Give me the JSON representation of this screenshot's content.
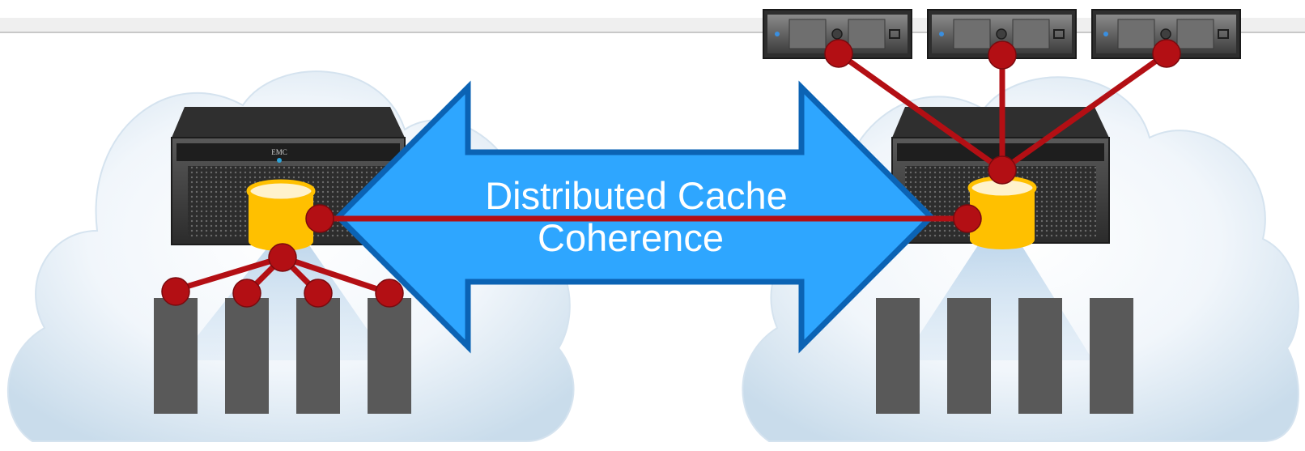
{
  "diagram": {
    "label_line1": "Distributed Cache",
    "label_line2": "Coherence",
    "vendor_badge": "EMC",
    "colors": {
      "arrow_fill": "#2ea6ff",
      "arrow_stroke": "#0b63b4",
      "connection_line": "#b30f14",
      "cache_disk": "#ffc000",
      "server_block": "#595959",
      "array_chassis": "#3b3b3b",
      "cloud_fill": "#e4eef6"
    },
    "icons": [
      "cloud-icon",
      "storage-array-icon",
      "cache-database-icon",
      "server-block-icon",
      "rack-server-icon",
      "double-headed-arrow-icon"
    ]
  }
}
